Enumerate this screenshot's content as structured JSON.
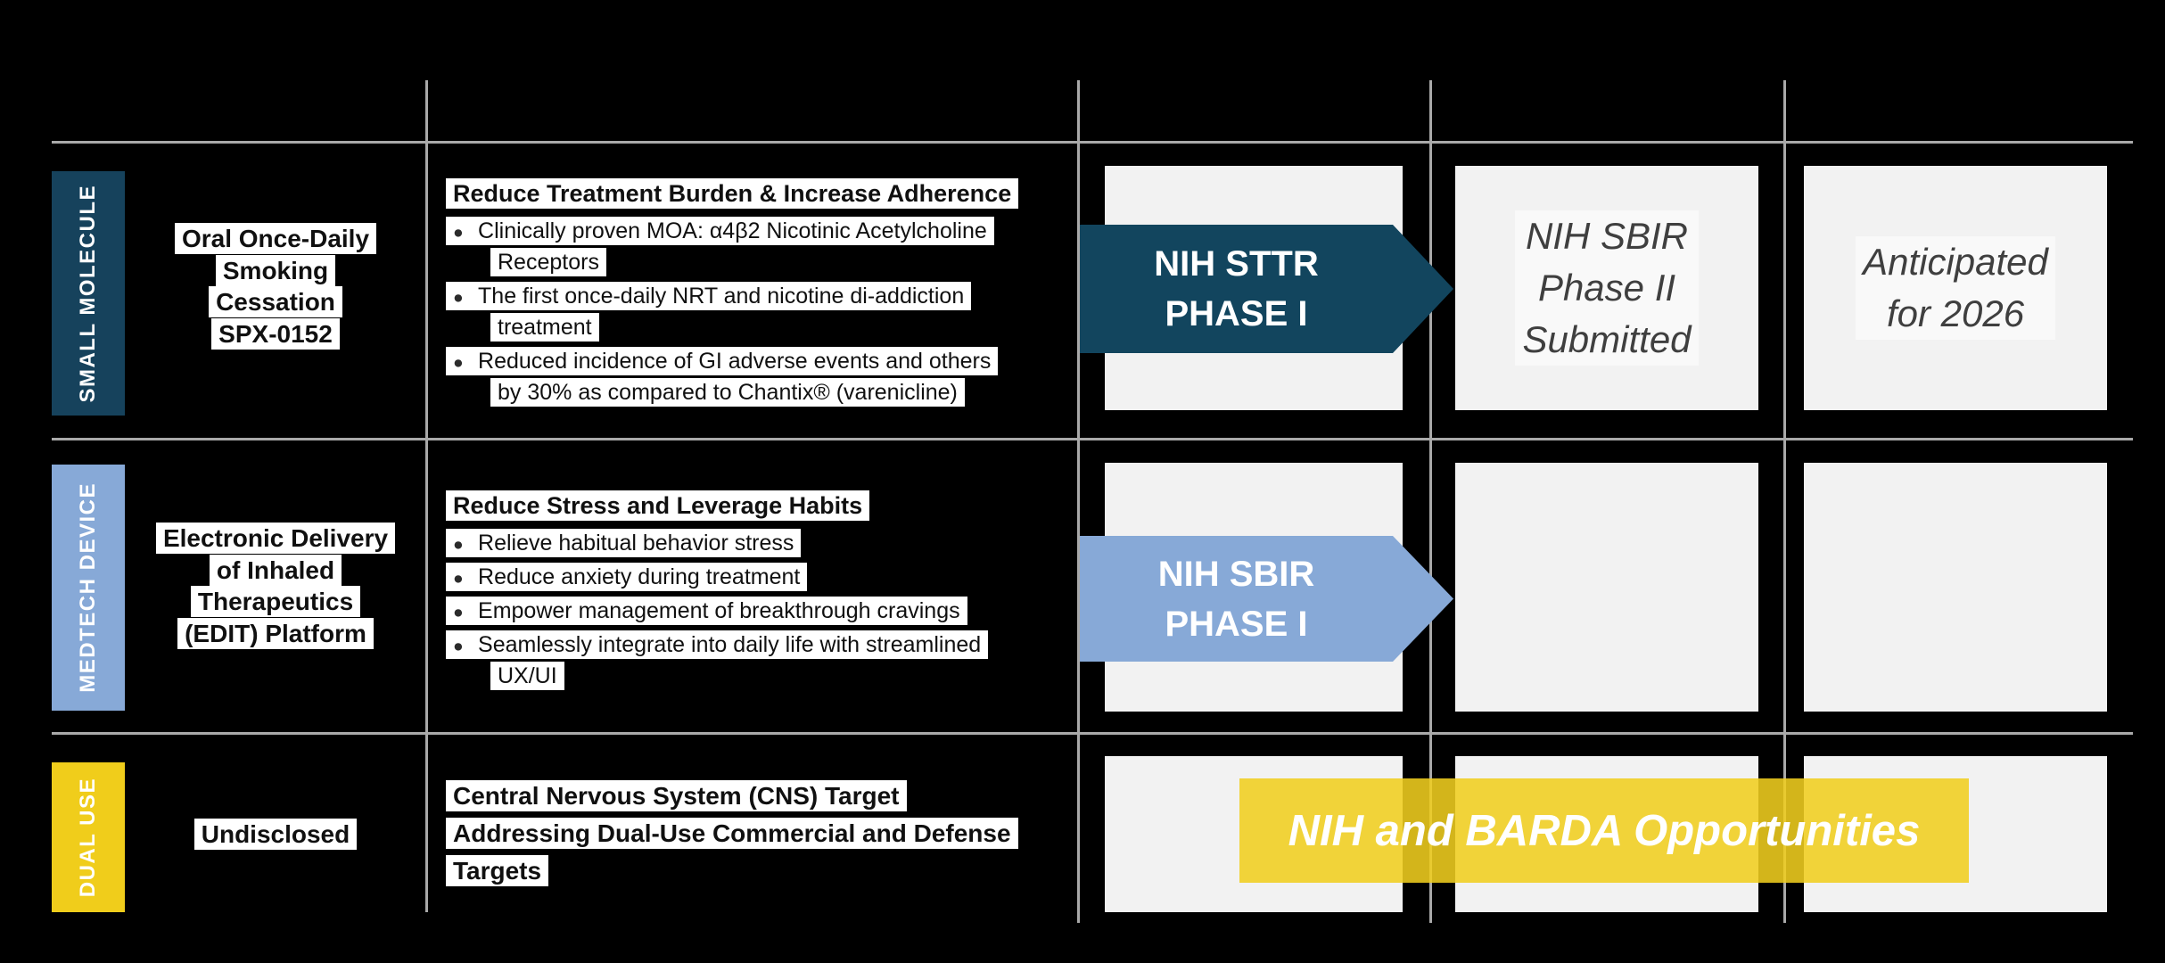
{
  "slide": {
    "rows": [
      {
        "category": "SMALL MOLECULE",
        "category_color": "#16425c",
        "program": "Oral Once-Daily\nSmoking\nCessation\nSPX-0152",
        "heading": "Reduce Treatment Burden & Increase Adherence",
        "bullets": [
          "Clinically proven MOA: α4β2 Nicotinic Acetylcholine\nReceptors",
          "The first once-daily NRT and nicotine di-addiction\ntreatment",
          "Reduced incidence of GI adverse events and others\nby 30% as compared to Chantix® (varenicline)"
        ],
        "phase_arrow": "NIH STTR\nPHASE I",
        "phase_arrow_color": "#12455e",
        "phase_note_2": "NIH SBIR\nPhase II\nSubmitted",
        "phase_note_3": "Anticipated\nfor 2026"
      },
      {
        "category": "MEDTECH DEVICE",
        "category_color": "#87a9d7",
        "program": "Electronic Delivery\nof Inhaled\nTherapeutics\n(EDIT) Platform",
        "heading": "Reduce Stress and Leverage Habits",
        "bullets": [
          "Relieve habitual behavior stress",
          "Reduce anxiety during treatment",
          "Empower management of breakthrough cravings",
          "Seamlessly integrate into daily life with streamlined\nUX/UI"
        ],
        "phase_arrow": "NIH SBIR\nPHASE I",
        "phase_arrow_color": "#87a9d7",
        "phase_note_2": "",
        "phase_note_3": ""
      },
      {
        "category": "DUAL USE",
        "category_color": "#f0cd1b",
        "program": "Undisclosed",
        "heading": "Central Nervous System (CNS) Target\nAddressing Dual-Use Commercial and Defense\nTargets",
        "bullets": [],
        "banner": "NIH and BARDA Opportunities",
        "banner_color": "#f0ce1f"
      }
    ],
    "colors": {
      "background": "#000000",
      "grid_line": "#a9a9a9",
      "phase_box": "#f2f2f2",
      "note_text": "#3f3f3f",
      "highlight_strip": "#ffffff"
    }
  }
}
